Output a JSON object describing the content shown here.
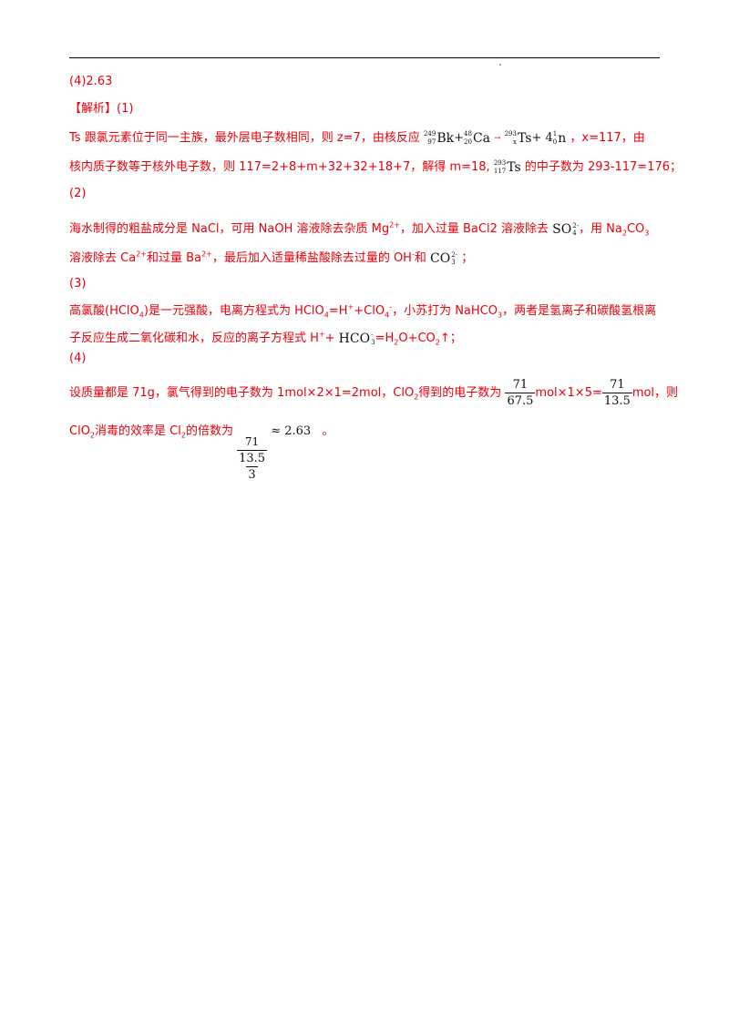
{
  "answer4": "(4)2.63",
  "analysis_header": "【解析】(1)",
  "p1": {
    "a": "Ts 跟氯元素位于同一主族，最外层电子数相同，则 z=7，由核反应",
    "bk_mass": "249",
    "bk_z": "97",
    "bk": "Bk",
    "plus": "+",
    "ca_mass": "48",
    "ca_z": "20",
    "ca": "Ca",
    "arrow": "→",
    "ts_mass": "293",
    "ts_z": "x",
    "ts": "Ts",
    "plus2": "+ 4",
    "n_mass": "1",
    "n_z": "0",
    "n": "n",
    "b": "，x=117，由"
  },
  "p2": {
    "a": "核内质子数等于核外电子数，则 117=2+8+m+32+32+18+7，解得 m=18,",
    "ts_mass": "293",
    "ts_z": "117",
    "ts": "Ts",
    "b": "的中子数为 293-117=176；"
  },
  "label2": "(2)",
  "p3": {
    "a": "海水制得的粗盐成分是 NaCl，可用 NaOH 溶液除去杂质 Mg",
    "mg_charge": "2+",
    "b": "，加入过量 BaCl2 溶液除去",
    "so4": "SO",
    "so4_sub": "4",
    "so4_sup": "2-",
    "c": "，用 Na",
    "na_sub": "2",
    "d": "CO",
    "co_sub": "3"
  },
  "p4": {
    "a": "溶液除去 Ca",
    "ca_charge": "2+",
    "b": "和过量 Ba",
    "ba_charge": "2+",
    "c": "，最后加入适量稀盐酸除去过量的 OH",
    "oh_charge": "-",
    "d": "和",
    "co3": "CO",
    "co3_sub": "3",
    "co3_sup": "2-",
    "e": "；"
  },
  "label3": "(3)",
  "p5": {
    "a": "高氯酸(HClO",
    "a_sub": "4",
    "b": ")是一元强酸，电离方程式为 HClO",
    "b_sub": "4",
    "c": "=H",
    "c_sup": "+",
    "d": "+ClO",
    "d_sub": "4",
    "d_sup": "-",
    "e": "，小苏打为 NaHCO",
    "e_sub": "3",
    "f": "，两者是氢离子和碳酸氢根离"
  },
  "p6": {
    "a": "子反应生成二氧化碳和水，反应的离子方程式 H",
    "a_sup": "+",
    "b": "+",
    "hco3": "HCO",
    "hco3_sub": "3",
    "hco3_sup": "-",
    "c": "=H",
    "c_sub": "2",
    "d": "O+CO",
    "d_sub": "2",
    "e": "↑；"
  },
  "label4": "(4)",
  "p7": {
    "a": "设质量都是 71g，氯气得到的电子数为 1mol×2×1=2mol，ClO",
    "a_sub": "2",
    "b": "得到的电子数为",
    "f1_num": "71",
    "f1_den": "67.5",
    "c": "mol×1×5=",
    "f2_num": "71",
    "f2_den": "13.5",
    "d": "mol，则"
  },
  "p8": {
    "a": "ClO",
    "a_sub": "2",
    "b": "消毒的效率是 Cl",
    "b_sub": "2",
    "c": "的倍数为",
    "f_top": "71",
    "f_mid": "13.5",
    "f_den": "3",
    "approx": "≈ 2.63",
    "d": "。"
  }
}
